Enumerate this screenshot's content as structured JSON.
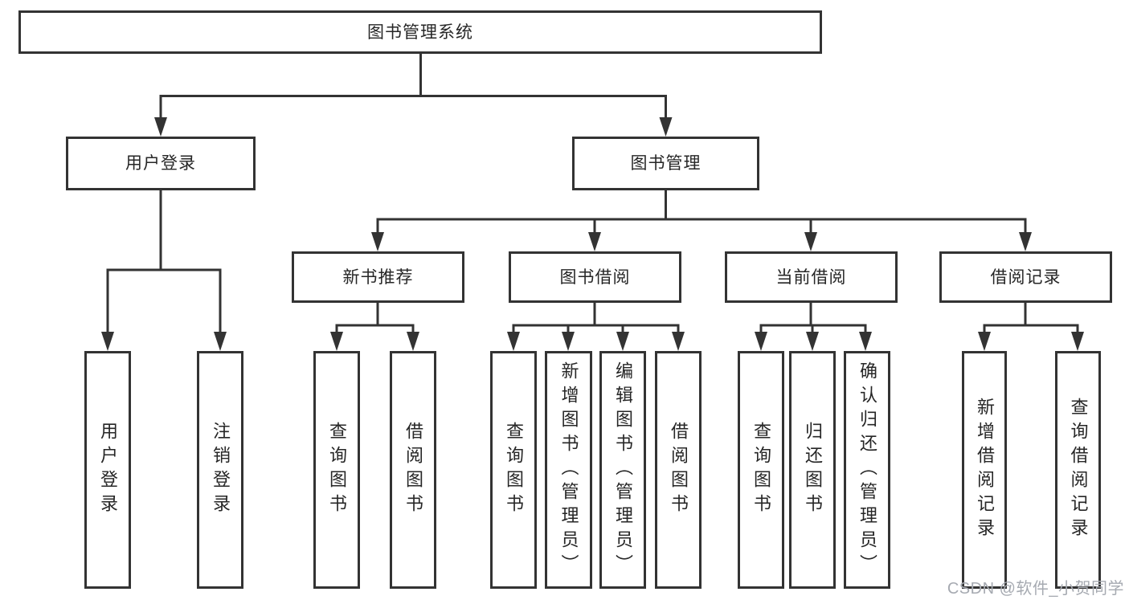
{
  "diagram": {
    "title_note": "functional structure chart",
    "colors": {
      "line": "#333333",
      "text": "#262626",
      "watermark_gray": "#a6aab1",
      "background": "#ffffff"
    },
    "nodes": {
      "root": "图书管理系统",
      "user_login": "用户登录",
      "book_management": "图书管理",
      "new_book_recommend": "新书推荐",
      "book_borrow": "图书借阅",
      "current_borrow": "当前借阅",
      "borrow_records": "借阅记录",
      "leaf_user_login": "用户登录",
      "leaf_logout": "注销登录",
      "leaf_nbr_query_books": "查询图书",
      "leaf_nbr_borrow_books": "借阅图书",
      "leaf_bb_query_books": "查询图书",
      "leaf_bb_add_books": "新增图书（管理员）",
      "leaf_bb_edit_books": "编辑图书（管理员）",
      "leaf_bb_borrow_books": "借阅图书",
      "leaf_cb_query_books": "查询图书",
      "leaf_cb_return_books": "归还图书",
      "leaf_cb_confirm_return": "确认归还（管理员）",
      "leaf_br_add_record": "新增借阅记录",
      "leaf_br_query_record": "查询借阅记录"
    }
  },
  "watermark": "CSDN @软件_小贺同学"
}
